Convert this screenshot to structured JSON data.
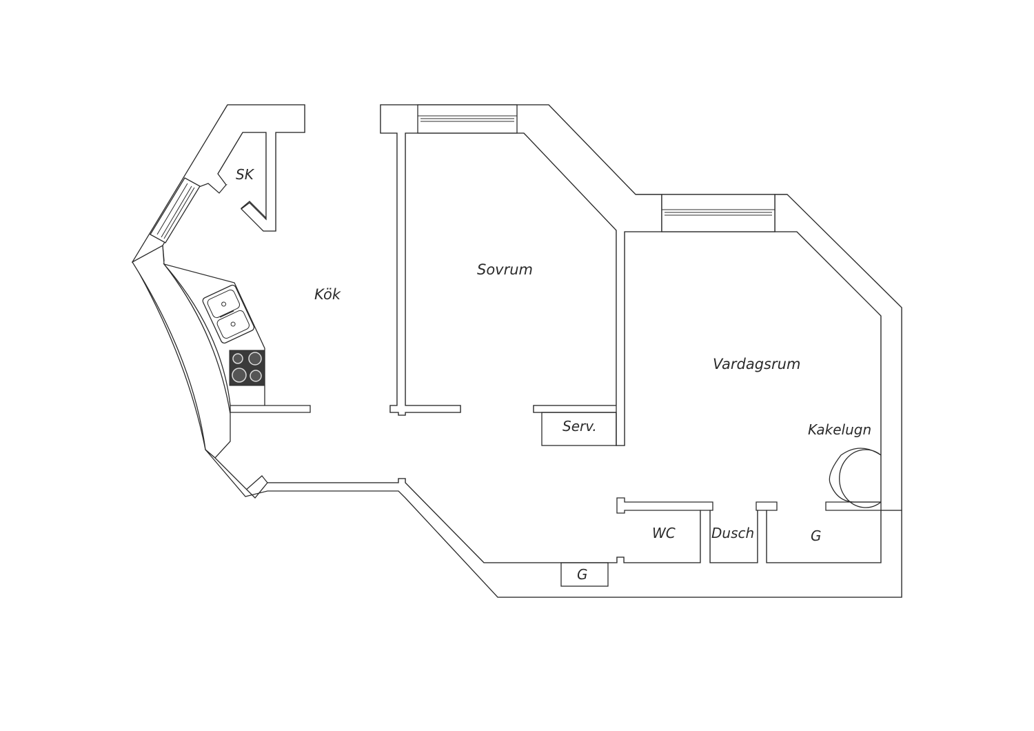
{
  "plan": {
    "rooms": {
      "sk": "SK",
      "kok": "Kök",
      "sovrum": "Sovrum",
      "vardagsrum": "Vardagsrum",
      "serv": "Serv.",
      "kakelugn": "Kakelugn",
      "wc": "WC",
      "dusch": "Dusch",
      "g_right": "G",
      "g_bottom": "G"
    },
    "colors": {
      "wall": "#2b2b2b",
      "background": "#ffffff",
      "stove": "#3a3a3a"
    },
    "icons": [
      "sink-icon",
      "stove-icon",
      "tiled-stove-icon",
      "window-icon"
    ]
  }
}
